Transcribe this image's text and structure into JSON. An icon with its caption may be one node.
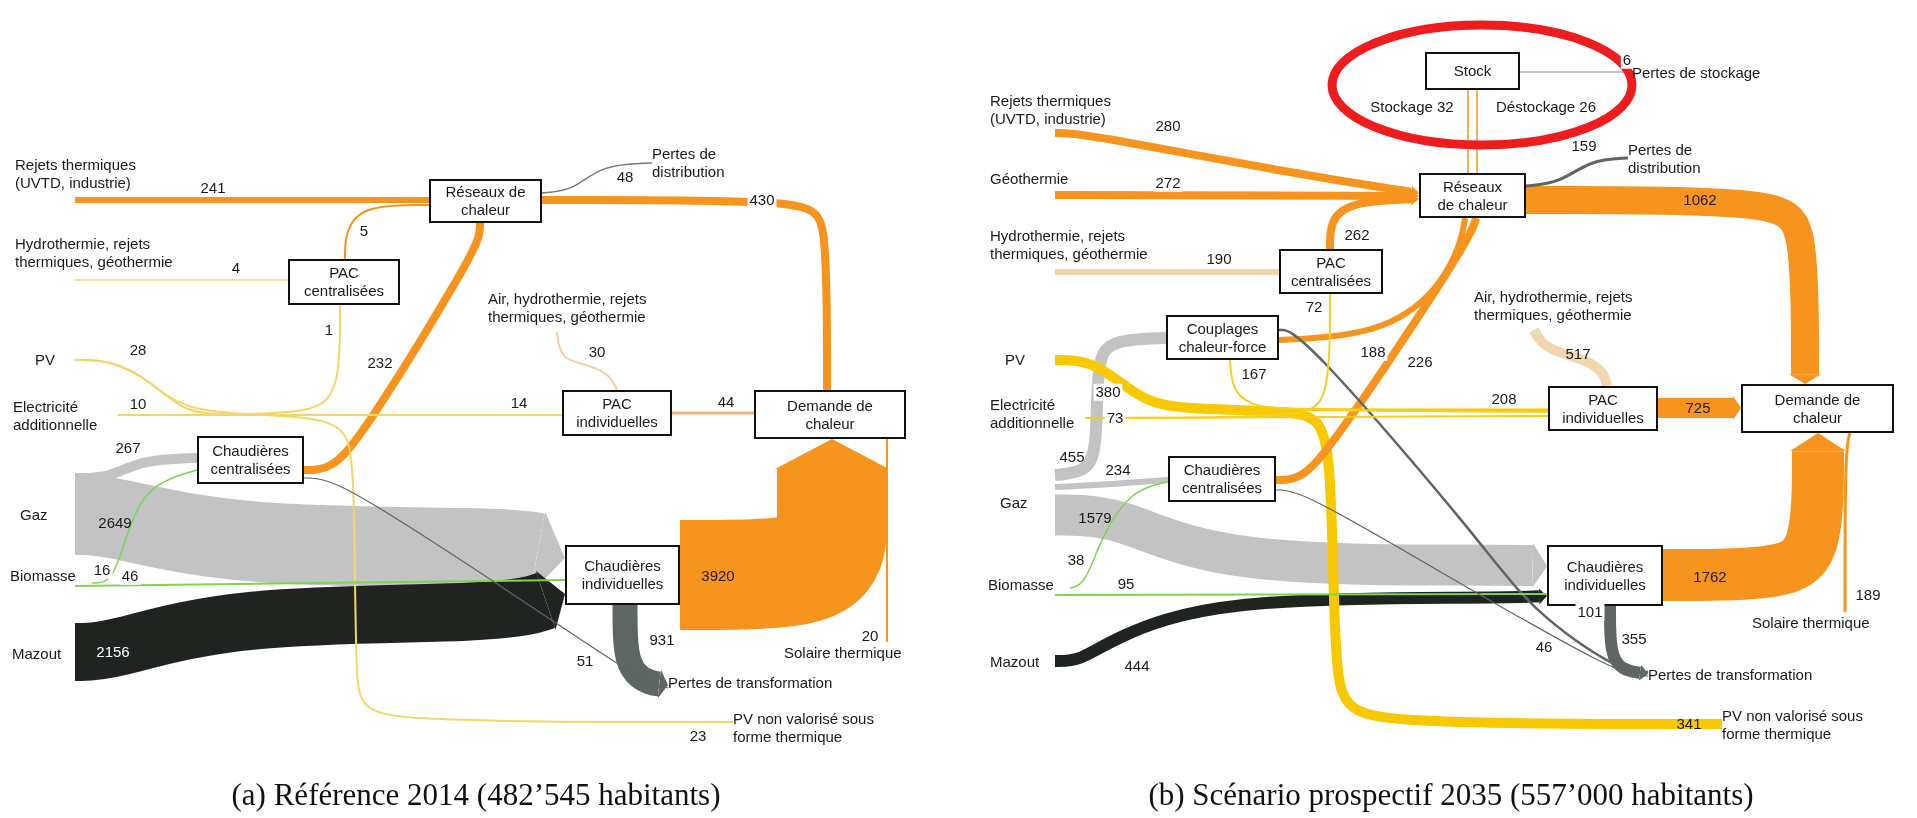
{
  "diagram": {
    "nodes": [
      {
        "text": [
          "Rejets thermiques (UVTD, industrie)"
        ]
      },
      {
        "text": [
          "Hydrothermie, rejets thermiques, géothermie"
        ]
      },
      {
        "text": [
          "PV"
        ]
      },
      {
        "text": [
          "Electricité additionnelle"
        ]
      },
      {
        "text": [
          "Gaz"
        ]
      },
      {
        "text": [
          "Biomasse"
        ]
      },
      {
        "text": [
          "Mazout"
        ]
      },
      {
        "text": [
          "Réseaux de chaleur"
        ]
      },
      {
        "text": [
          "PAC centralisées"
        ]
      },
      {
        "text": [
          "Air, hydrothermie, rejets thermiques, géothermie"
        ]
      },
      {
        "text": [
          "PAC individuelles"
        ]
      },
      {
        "text": [
          "Chaudières centralisées"
        ]
      },
      {
        "text": [
          "Chaudières individuelles"
        ]
      },
      {
        "text": [
          "Demande de chaleur"
        ]
      },
      {
        "text": [
          "Pertes de distribution"
        ]
      },
      {
        "text": [
          "Pertes de transformation"
        ]
      },
      {
        "text": [
          "Solaire thermique"
        ]
      },
      {
        "text": [
          "PV non valorisé sous forme thermique"
        ]
      },
      {
        "text": [
          "Stock"
        ]
      },
      {
        "text": [
          "Pertes de stockage"
        ]
      },
      {
        "text": [
          "Rejets thermiques (UVTD, industrie)"
        ]
      },
      {
        "text": [
          "Géothermie"
        ]
      },
      {
        "text": [
          "Hydrothermie, rejets thermiques, géothermie"
        ]
      },
      {
        "text": [
          "PV"
        ]
      },
      {
        "text": [
          "Electricité additionnelle"
        ]
      },
      {
        "text": [
          "Gaz"
        ]
      },
      {
        "text": [
          "Biomasse"
        ]
      },
      {
        "text": [
          "Mazout"
        ]
      },
      {
        "text": [
          "Réseaux de chaleur"
        ]
      },
      {
        "text": [
          "Pertes de distribution"
        ]
      },
      {
        "text": [
          "PAC centralisées"
        ]
      },
      {
        "text": [
          "Couplages chaleur-force"
        ]
      },
      {
        "text": [
          "Air, hydrothermie, rejets thermiques, géothermie"
        ]
      },
      {
        "text": [
          "PAC individuelles"
        ]
      },
      {
        "text": [
          "Chaudières centralisées"
        ]
      },
      {
        "text": [
          "Chaudières individuelles"
        ]
      },
      {
        "text": [
          "Demande de chaleur"
        ]
      },
      {
        "text": [
          "Solaire thermique"
        ]
      },
      {
        "text": [
          "Pertes de transformation"
        ]
      },
      {
        "text": [
          "PV non valorisé sous forme thermique"
        ]
      }
    ],
    "edges": [
      {
        "from": 0,
        "to": 7,
        "label": "241",
        "arrow": "none",
        "style": "thick"
      },
      {
        "from": 8,
        "to": 7,
        "label": "5",
        "arrow": "none"
      },
      {
        "from": 1,
        "to": 8,
        "label": "4",
        "arrow": "none",
        "color": "#f1e0a0"
      },
      {
        "from": 2,
        "to": 10,
        "label": "28",
        "arrow": "none",
        "color": "#f3d66a"
      },
      {
        "from": 2,
        "to": 17,
        "label": "23",
        "arrow": "none",
        "color": "#f3d66a"
      },
      {
        "from": 3,
        "to": 8,
        "label": "1",
        "arrow": "none",
        "color": "#f3d66a"
      },
      {
        "from": 3,
        "to": 10,
        "label": "10",
        "arrow": "none",
        "color": "#f3d66a"
      },
      {
        "from": 9,
        "to": 10,
        "label": "30",
        "arrow": "none",
        "color": "#f2cf9e"
      },
      {
        "from": 10,
        "to": 13,
        "label": "44",
        "arrow": "none",
        "color": "#f0b27a"
      },
      {
        "from": 11,
        "to": 7,
        "label": "232",
        "arrow": "none",
        "style": "thick"
      },
      {
        "from": 7,
        "to": 13,
        "label": "430",
        "arrow": "none",
        "style": "thick"
      },
      {
        "from": 7,
        "to": 14,
        "label": "48",
        "arrow": "none",
        "color": "#777777"
      },
      {
        "from": 4,
        "to": 11,
        "label": "267",
        "arrow": "none",
        "style": "thick",
        "color": "#c3c3c3"
      },
      {
        "from": 5,
        "to": 11,
        "label": "16",
        "arrow": "none",
        "color": "#7fd353"
      },
      {
        "from": 4,
        "to": 12,
        "label": "2649",
        "arrow": "to",
        "style": "thick",
        "color": "#c3c3c3"
      },
      {
        "from": 5,
        "to": 12,
        "label": "46",
        "arrow": "none",
        "color": "#7fd353"
      },
      {
        "from": 6,
        "to": 12,
        "label": "2156",
        "arrow": "to",
        "style": "thick",
        "color": "#1f2421"
      },
      {
        "from": 12,
        "to": 13,
        "label": "3920",
        "arrow": "to",
        "style": "thick"
      },
      {
        "from": 12,
        "to": 15,
        "label": "931",
        "arrow": "to",
        "style": "thick",
        "color": "#5e6662"
      },
      {
        "from": 11,
        "to": 15,
        "label": "51",
        "arrow": "none",
        "color": "#5e6662"
      },
      {
        "from": 16,
        "to": 13,
        "label": "20",
        "arrow": "none"
      },
      {
        "from": 28,
        "to": 18,
        "label": "Stockage 32",
        "arrow": "none",
        "color": "#f5b15a"
      },
      {
        "from": 18,
        "to": 28,
        "label": "Déstockage 26",
        "arrow": "none",
        "color": "#f5b15a"
      },
      {
        "from": 18,
        "to": 19,
        "label": "6",
        "arrow": "none",
        "color": "#8c8c8c"
      },
      {
        "from": 20,
        "to": 28,
        "label": "280",
        "arrow": "to",
        "style": "thick"
      },
      {
        "from": 21,
        "to": 28,
        "label": "272",
        "arrow": "to",
        "style": "thick"
      },
      {
        "from": 30,
        "to": 28,
        "label": "262",
        "arrow": "to",
        "style": "thick"
      },
      {
        "from": 22,
        "to": 30,
        "label": "190",
        "arrow": "none",
        "style": "thick",
        "color": "#f2d6ad"
      },
      {
        "from": 24,
        "to": 30,
        "label": "72",
        "arrow": "none",
        "color": "#f5d020"
      },
      {
        "from": 23,
        "to": 33,
        "label": "380",
        "arrow": "none",
        "color": "#f8c800"
      },
      {
        "from": 23,
        "to": 39,
        "label": "341",
        "arrow": "none",
        "style": "thick",
        "color": "#f8c800"
      },
      {
        "from": 24,
        "to": 33,
        "label": "73",
        "arrow": "none",
        "color": "#f5d020"
      },
      {
        "from": 31,
        "to": 33,
        "label": "167",
        "arrow": "none",
        "color": "#f5d020"
      },
      {
        "from": 31,
        "to": 28,
        "label": "188",
        "arrow": "none",
        "style": "thick"
      },
      {
        "from": 34,
        "to": 28,
        "label": "226",
        "arrow": "none",
        "style": "thick"
      },
      {
        "from": 28,
        "to": 36,
        "label": "1062",
        "arrow": "to",
        "style": "thick"
      },
      {
        "from": 28,
        "to": 29,
        "label": "159",
        "arrow": "none",
        "color": "#5e6662"
      },
      {
        "from": 32,
        "to": 33,
        "label": "517",
        "arrow": "none",
        "style": "thick",
        "color": "#f2d6ad"
      },
      {
        "from": 33,
        "to": 36,
        "label": "725",
        "arrow": "to",
        "style": "thick"
      },
      {
        "from": 25,
        "to": 31,
        "label": "455",
        "arrow": "none",
        "style": "thick",
        "color": "#c3c3c3"
      },
      {
        "from": 25,
        "to": 34,
        "label": "234",
        "arrow": "none",
        "style": "thick",
        "color": "#c3c3c3"
      },
      {
        "from": 26,
        "to": 34,
        "label": "38",
        "arrow": "none",
        "color": "#7fd353"
      },
      {
        "from": 25,
        "to": 35,
        "label": "1579",
        "arrow": "to",
        "style": "thick",
        "color": "#c3c3c3"
      },
      {
        "from": 26,
        "to": 35,
        "label": "95",
        "arrow": "none",
        "color": "#7fd353"
      },
      {
        "from": 27,
        "to": 35,
        "label": "444",
        "arrow": "to",
        "style": "thick",
        "color": "#1f2421"
      },
      {
        "from": 35,
        "to": 36,
        "label": "1762",
        "arrow": "to",
        "style": "thick"
      },
      {
        "from": 37,
        "to": 36,
        "label": "189",
        "arrow": "none"
      },
      {
        "from": 35,
        "to": 38,
        "label": "355",
        "arrow": "to",
        "style": "thick",
        "color": "#5e6662"
      },
      {
        "from": 34,
        "to": 38,
        "label": "46",
        "arrow": "none",
        "color": "#5e6662"
      },
      {
        "from": 31,
        "to": 38,
        "label": "101",
        "arrow": "none",
        "color": "#5e6662"
      }
    ],
    "labels": [
      "(a) Référence 2014 (482’545 habitants)",
      "(b) Scénario prospectif 2035 (557’000 habitants)",
      "14",
      "208"
    ]
  }
}
